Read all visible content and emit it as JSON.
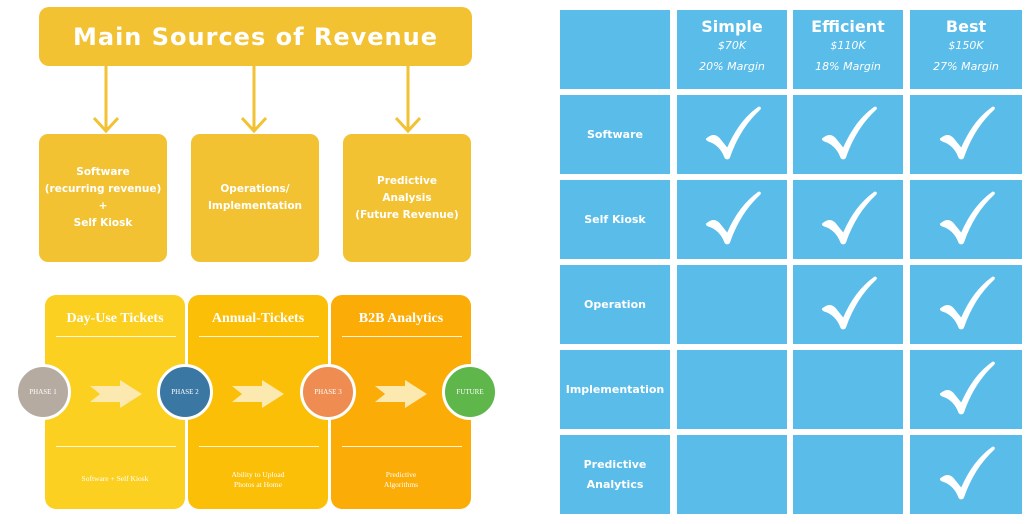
{
  "revenue": {
    "title": "Main Sources of Revenue",
    "boxes": [
      "Software\n(recurring revenue)\n+\nSelf Kiosk",
      "Operations/\nImplementation",
      "Predictive\nAnalysis\n(Future Revenue)"
    ]
  },
  "phases": {
    "columns": [
      {
        "title": "Day-Use Tickets",
        "desc": "Software + Self Kiosk"
      },
      {
        "title": "Annual-Tickets",
        "desc": "Ability to Upload\nPhotos at Home"
      },
      {
        "title": "B2B Analytics",
        "desc": "Predictive\nAlgorithms"
      }
    ],
    "circles": [
      "PHASE 1",
      "PHASE 2",
      "PHASE 3",
      "FUTURE"
    ],
    "colors": {
      "col": [
        "#fbd020",
        "#fbbf08",
        "#fbac07"
      ],
      "circles": [
        "#b5aba1",
        "#3a77a3",
        "#ee8c52",
        "#5fb64a"
      ],
      "chevron": "#fbe9b0"
    }
  },
  "pricing": {
    "tiers": [
      {
        "name": "Simple",
        "price": "$70K",
        "margin": "20% Margin"
      },
      {
        "name": "Efficient",
        "price": "$110K",
        "margin": "18% Margin"
      },
      {
        "name": "Best",
        "price": "$150K",
        "margin": "27% Margin"
      }
    ],
    "rows": [
      {
        "label": "Software",
        "included": [
          true,
          true,
          true
        ]
      },
      {
        "label": "Self Kiosk",
        "included": [
          true,
          true,
          true
        ]
      },
      {
        "label": "Operation",
        "included": [
          false,
          true,
          true
        ]
      },
      {
        "label": "Implementation",
        "included": [
          false,
          false,
          true
        ]
      },
      {
        "label": "Predictive\nAnalytics",
        "included": [
          false,
          false,
          true
        ]
      }
    ],
    "cell_color": "#59bce9"
  }
}
